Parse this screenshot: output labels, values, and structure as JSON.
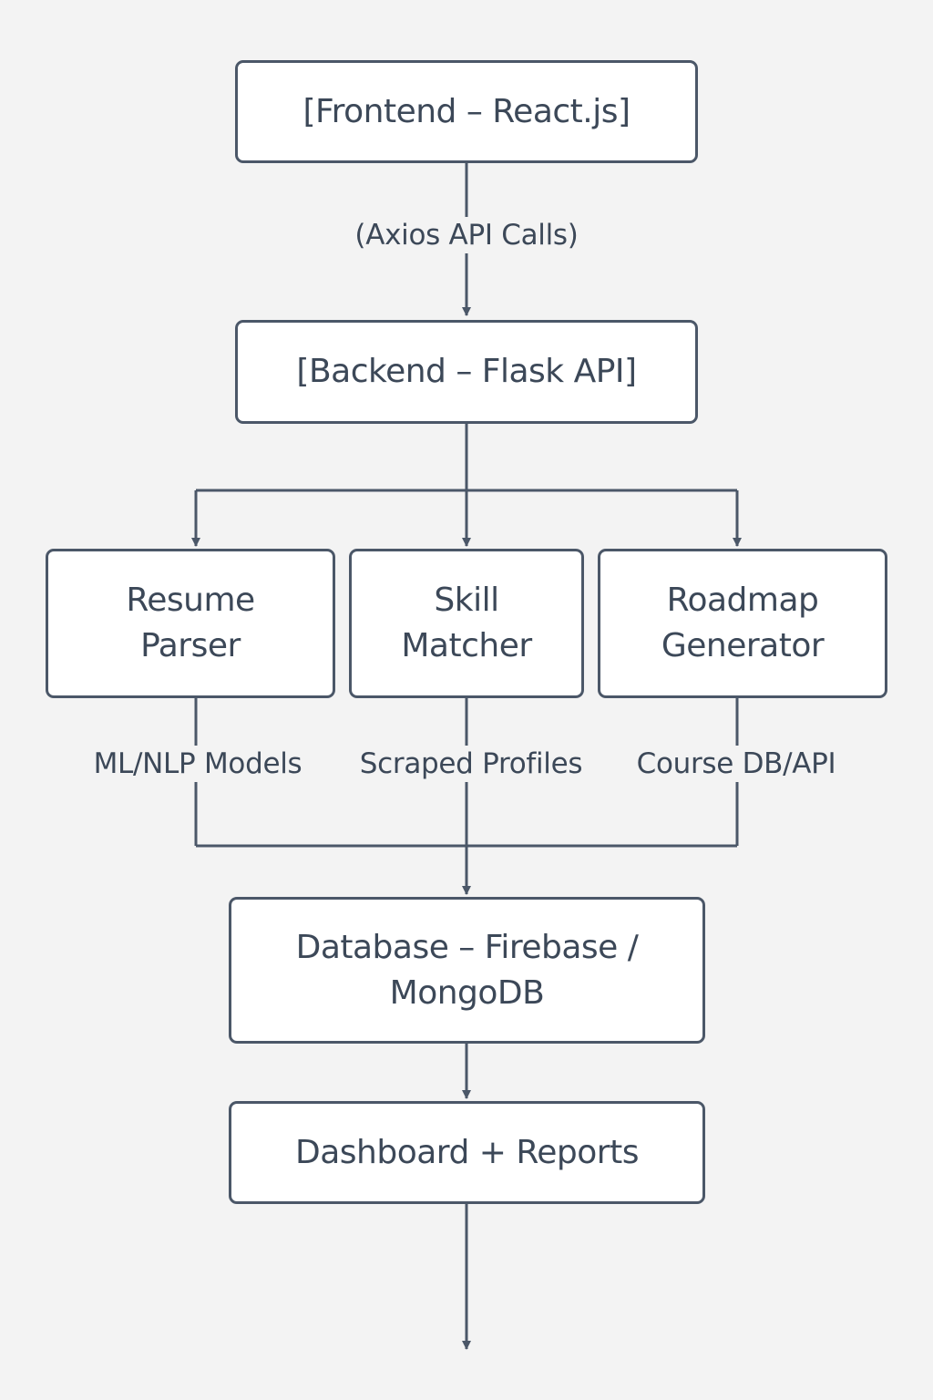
{
  "diagram": {
    "nodes": {
      "frontend": "[Frontend – React.js]",
      "backend": "[Backend – Flask API]",
      "resume_parser": [
        "Resume",
        "Parser"
      ],
      "skill_matcher": [
        "Skill",
        "Matcher"
      ],
      "roadmap_generator": [
        "Roadmap",
        "Generator"
      ],
      "database": [
        "Database – Firebase /",
        "MongoDB"
      ],
      "dashboard": "Dashboard + Reports"
    },
    "edge_labels": {
      "frontend_backend": "(Axios API Calls)",
      "resume_parser": "ML/NLP Models",
      "skill_matcher": "Scraped Profiles",
      "roadmap_generator": "Course DB/API"
    },
    "colors": {
      "background": "#f3f3f3",
      "stroke": "#4b5768",
      "text": "#3c4858",
      "box_fill": "#ffffff"
    }
  }
}
